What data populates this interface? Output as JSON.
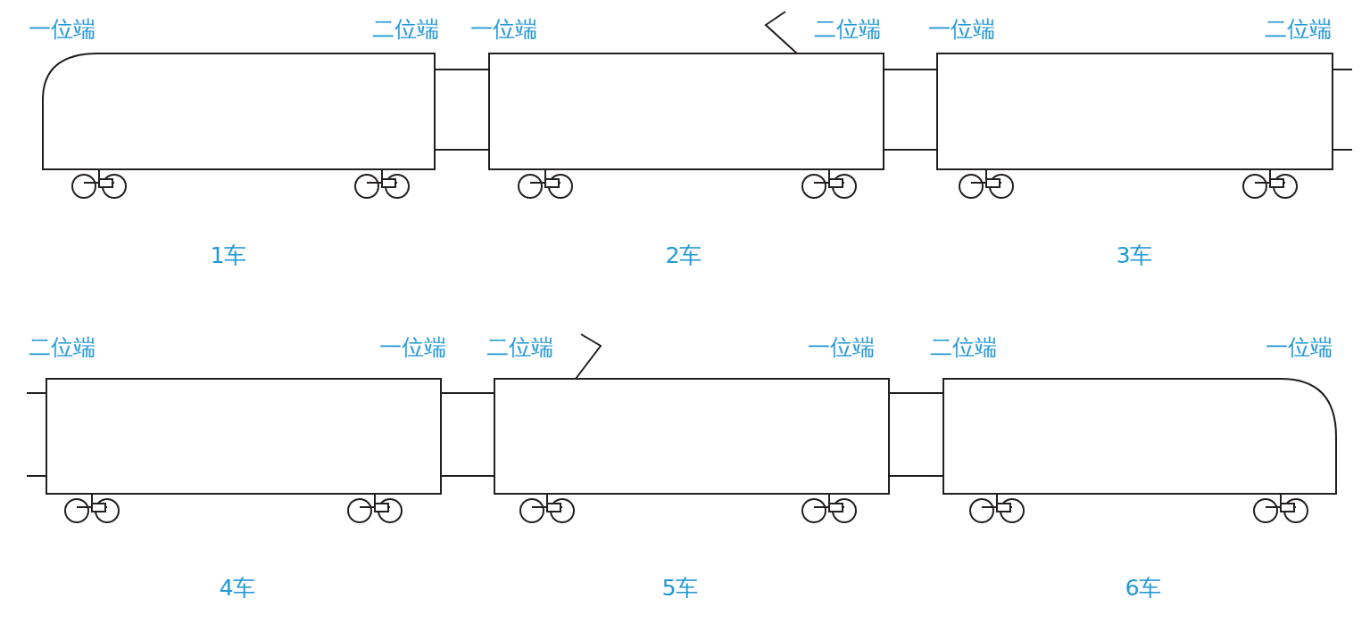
{
  "diagram": {
    "labels": [
      "一位端",
      "二位端",
      "一位端",
      "二位端",
      "一位端",
      "二位端",
      "1车",
      "2车",
      "3车",
      "二位端",
      "一位端",
      "二位端",
      "一位端",
      "二位端",
      "一位端",
      "4车",
      "5车",
      "6车"
    ]
  }
}
